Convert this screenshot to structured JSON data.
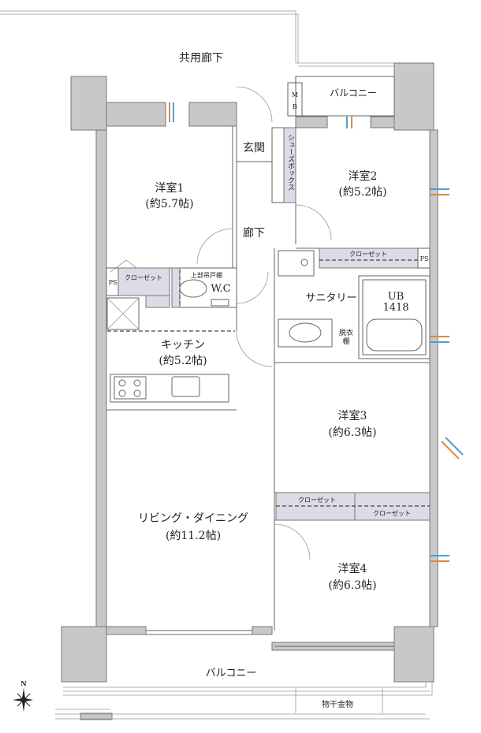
{
  "title": "間取り図",
  "rooms": {
    "common_corridor": "共用廊下",
    "balcony_top": "バルコニー",
    "mb": "M\nB",
    "mb_m": "M",
    "mb_b": "B",
    "entrance": "玄関",
    "shoe_box": "シューズボックス",
    "western1": {
      "name": "洋室1",
      "size": "(約5.7帖)"
    },
    "western2": {
      "name": "洋室2",
      "size": "(約5.2帖)"
    },
    "corridor": "廊下",
    "closet": "クローゼット",
    "ps": "PS",
    "upper_cabinet": "上部吊戸棚",
    "wc": "W.C",
    "sanitary": "サニタリー",
    "ub": "UB",
    "ub_size": "1418",
    "dressing_shelf_1": "脱衣",
    "dressing_shelf_2": "棚",
    "kitchen": {
      "name": "キッチン",
      "size": "(約5.2帖)"
    },
    "western3": {
      "name": "洋室3",
      "size": "(約6.3帖)"
    },
    "ld": {
      "name": "リビング・ダイニング",
      "size": "(約11.2帖)"
    },
    "western4": {
      "name": "洋室4",
      "size": "(約6.3帖)"
    },
    "balcony_bottom": "バルコニー",
    "drying_hardware": "物干金物"
  },
  "compass": {
    "north": "N"
  }
}
